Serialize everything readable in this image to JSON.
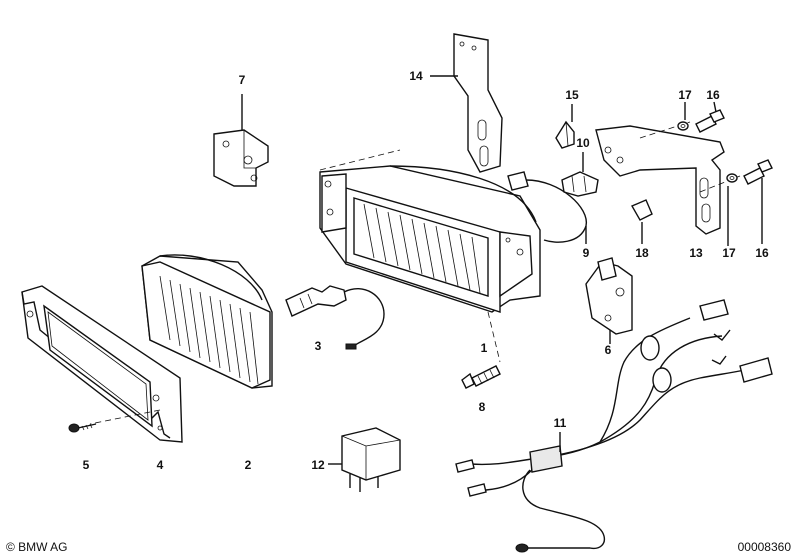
{
  "part_labels": {
    "p1": "1",
    "p2": "2",
    "p3": "3",
    "p4": "4",
    "p5": "5",
    "p6": "6",
    "p7": "7",
    "p8": "8",
    "p9": "9",
    "p10": "10",
    "p11": "11",
    "p12": "12",
    "p13": "13",
    "p14": "14",
    "p15": "15",
    "p16a": "16",
    "p16b": "16",
    "p17a": "17",
    "p17b": "17",
    "p18": "18"
  },
  "footer": {
    "copyright": "© BMW AG",
    "doc_number": "00008360"
  }
}
